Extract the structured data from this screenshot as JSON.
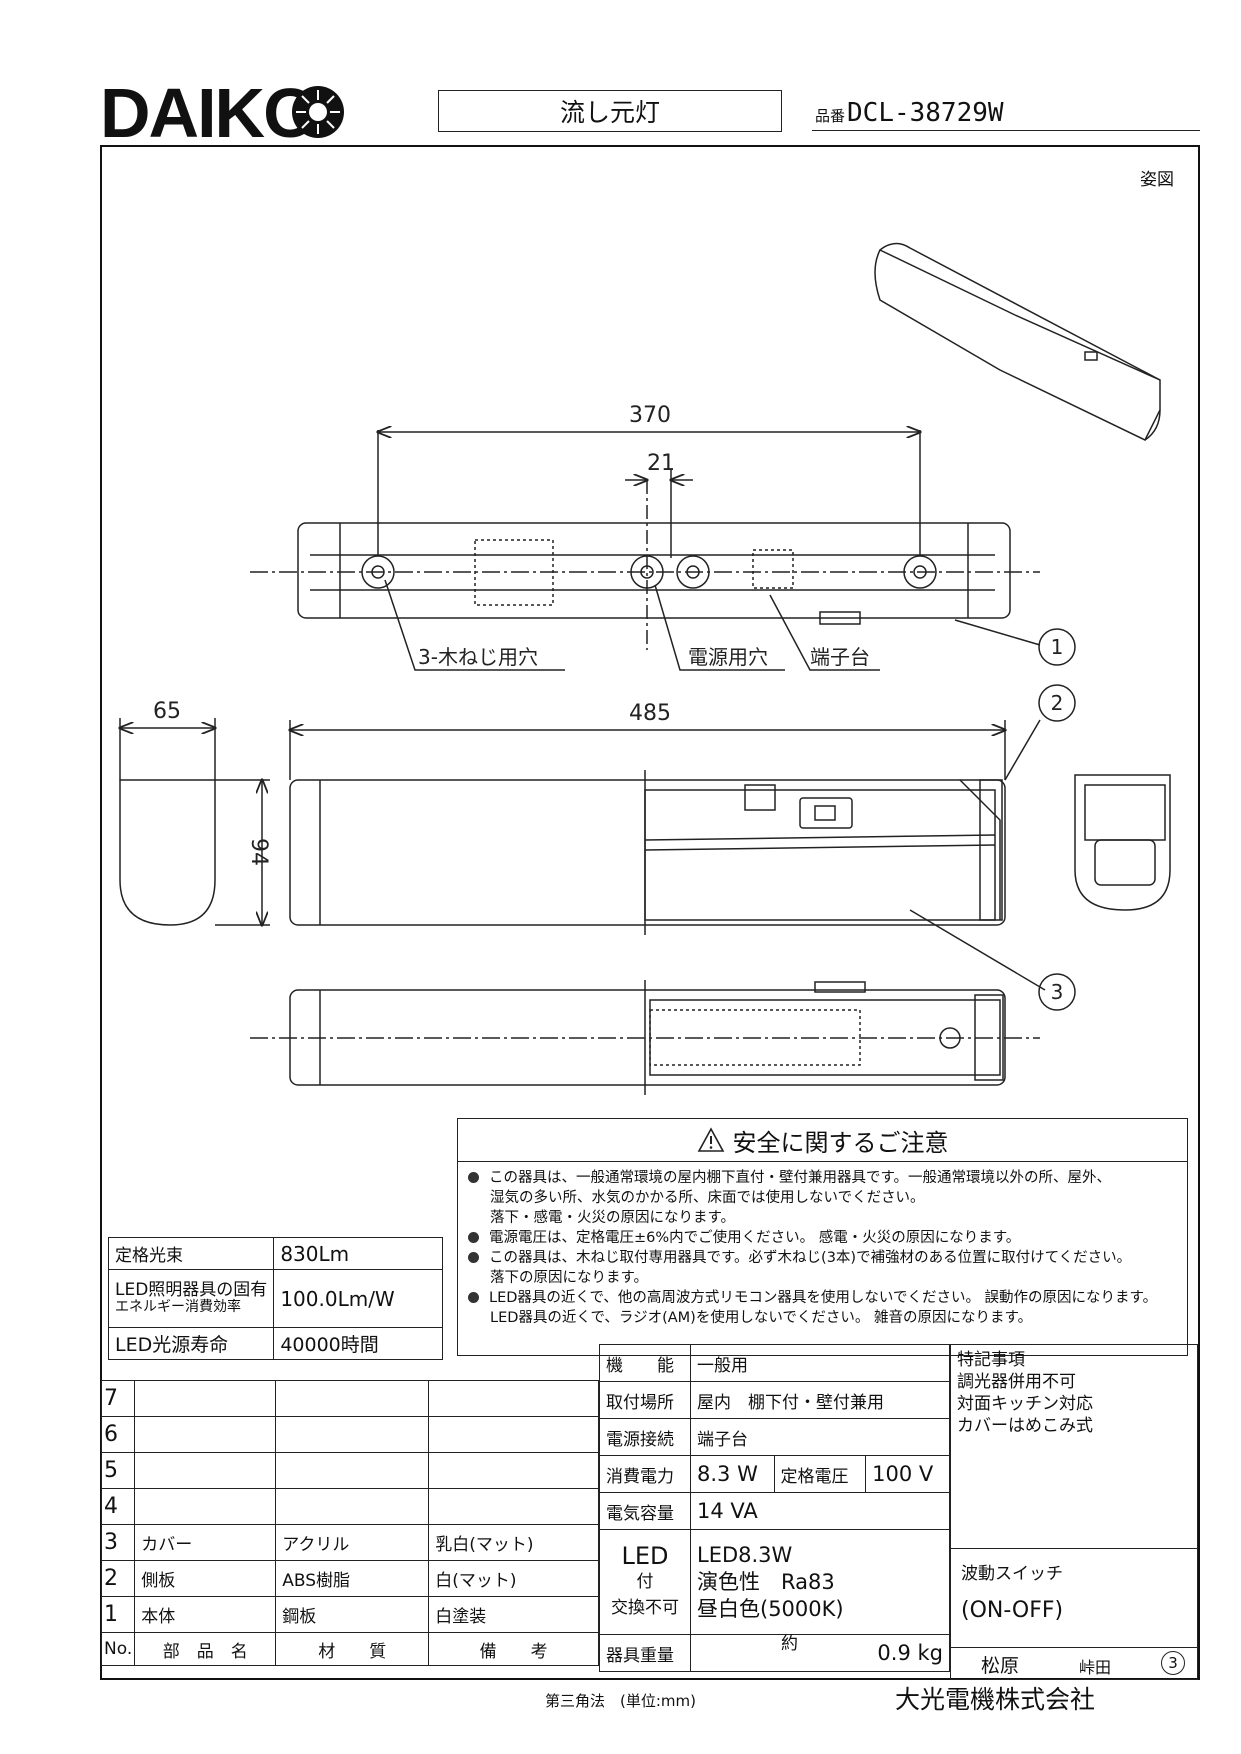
{
  "header": {
    "brand": "DAIKO",
    "doc_title": "流し元灯",
    "part_number_label": "品番",
    "part_number": "DCL-38729W",
    "figure_label": "姿図"
  },
  "drawing": {
    "dims": {
      "mount_span": "370",
      "power_hole_offset": "21",
      "length": "485",
      "depth": "65",
      "height": "94"
    },
    "labels": {
      "screw_holes": "3-木ねじ用穴",
      "power_hole": "電源用穴",
      "terminal": "端子台"
    },
    "callouts": [
      "1",
      "2",
      "3"
    ]
  },
  "safety": {
    "heading": "安全に関するご注意",
    "lines": [
      {
        "bullet": true,
        "text": "この器具は、一般通常環境の屋内棚下直付・壁付兼用器具です。一般通常環境以外の所、屋外、"
      },
      {
        "bullet": false,
        "text": "湿気の多い所、水気のかかる所、床面では使用しないでください。"
      },
      {
        "bullet": false,
        "text": "落下・感電・火災の原因になります。"
      },
      {
        "bullet": true,
        "text": "電源電圧は、定格電圧±6%内でご使用ください。 感電・火災の原因になります。"
      },
      {
        "bullet": true,
        "text": "この器具は、木ねじ取付専用器具です。必ず木ねじ(3本)で補強材のある位置に取付けてください。"
      },
      {
        "bullet": false,
        "text": "落下の原因になります。"
      },
      {
        "bullet": true,
        "text": "LED器具の近くで、他の高周波方式リモコン器具を使用しないでください。 誤動作の原因になります。"
      },
      {
        "bullet": false,
        "text": "LED器具の近くで、ラジオ(AM)を使用しないでください。 雑音の原因になります。"
      }
    ]
  },
  "photometric": [
    {
      "label": "定格光束",
      "value": "830Lm"
    },
    {
      "label": "LED照明器具の固有エネルギー消費効率",
      "label_line1": "LED照明器具の固有",
      "label_line2": "エネルギー消費効率",
      "value": "100.0Lm/W"
    },
    {
      "label": "LED光源寿命",
      "value": "40000時間"
    }
  ],
  "parts": {
    "headers": {
      "no": "No.",
      "name": "部　品　名",
      "material": "材　　質",
      "remarks": "備　　考"
    },
    "rows": [
      {
        "no": "7",
        "name": "",
        "material": "",
        "remarks": ""
      },
      {
        "no": "6",
        "name": "",
        "material": "",
        "remarks": ""
      },
      {
        "no": "5",
        "name": "",
        "material": "",
        "remarks": ""
      },
      {
        "no": "4",
        "name": "",
        "material": "",
        "remarks": ""
      },
      {
        "no": "3",
        "name": "カバー",
        "material": "アクリル",
        "remarks": "乳白(マット)"
      },
      {
        "no": "2",
        "name": "側板",
        "material": "ABS樹脂",
        "remarks": "白(マット)"
      },
      {
        "no": "1",
        "name": "本体",
        "material": "鋼板",
        "remarks": "白塗装"
      }
    ]
  },
  "specs": {
    "function_label": "機　　能",
    "function": "一般用",
    "mounting_label": "取付場所",
    "mounting": "屋内　棚下付・壁付兼用",
    "connection_label": "電源接続",
    "connection": "端子台",
    "power_label": "消費電力",
    "power": "8.3 W",
    "voltage_label": "定格電圧",
    "voltage": "100 V",
    "capacity_label": "電気容量",
    "capacity": "14 VA",
    "led_label_1": "LED",
    "led_label_2": "付",
    "led_label_3": "交換不可",
    "led_1": "LED8.3W",
    "led_2": "演色性　Ra83",
    "led_3": "昼白色(5000K)",
    "weight_label": "器具重量",
    "weight_approx": "約",
    "weight": "0.9 kg"
  },
  "notes": {
    "heading": "特記事項",
    "items": [
      "調光器併用不可",
      "対面キッチン対応",
      "カバーはめこみ式"
    ],
    "switch_label": "波動スイッチ",
    "switch_value": "(ON-OFF)",
    "designer": "松原",
    "checker": "峠田",
    "sheet": "3"
  },
  "footer": {
    "projection": "第三角法　(単位:mm)",
    "company": "大光電機株式会社"
  }
}
